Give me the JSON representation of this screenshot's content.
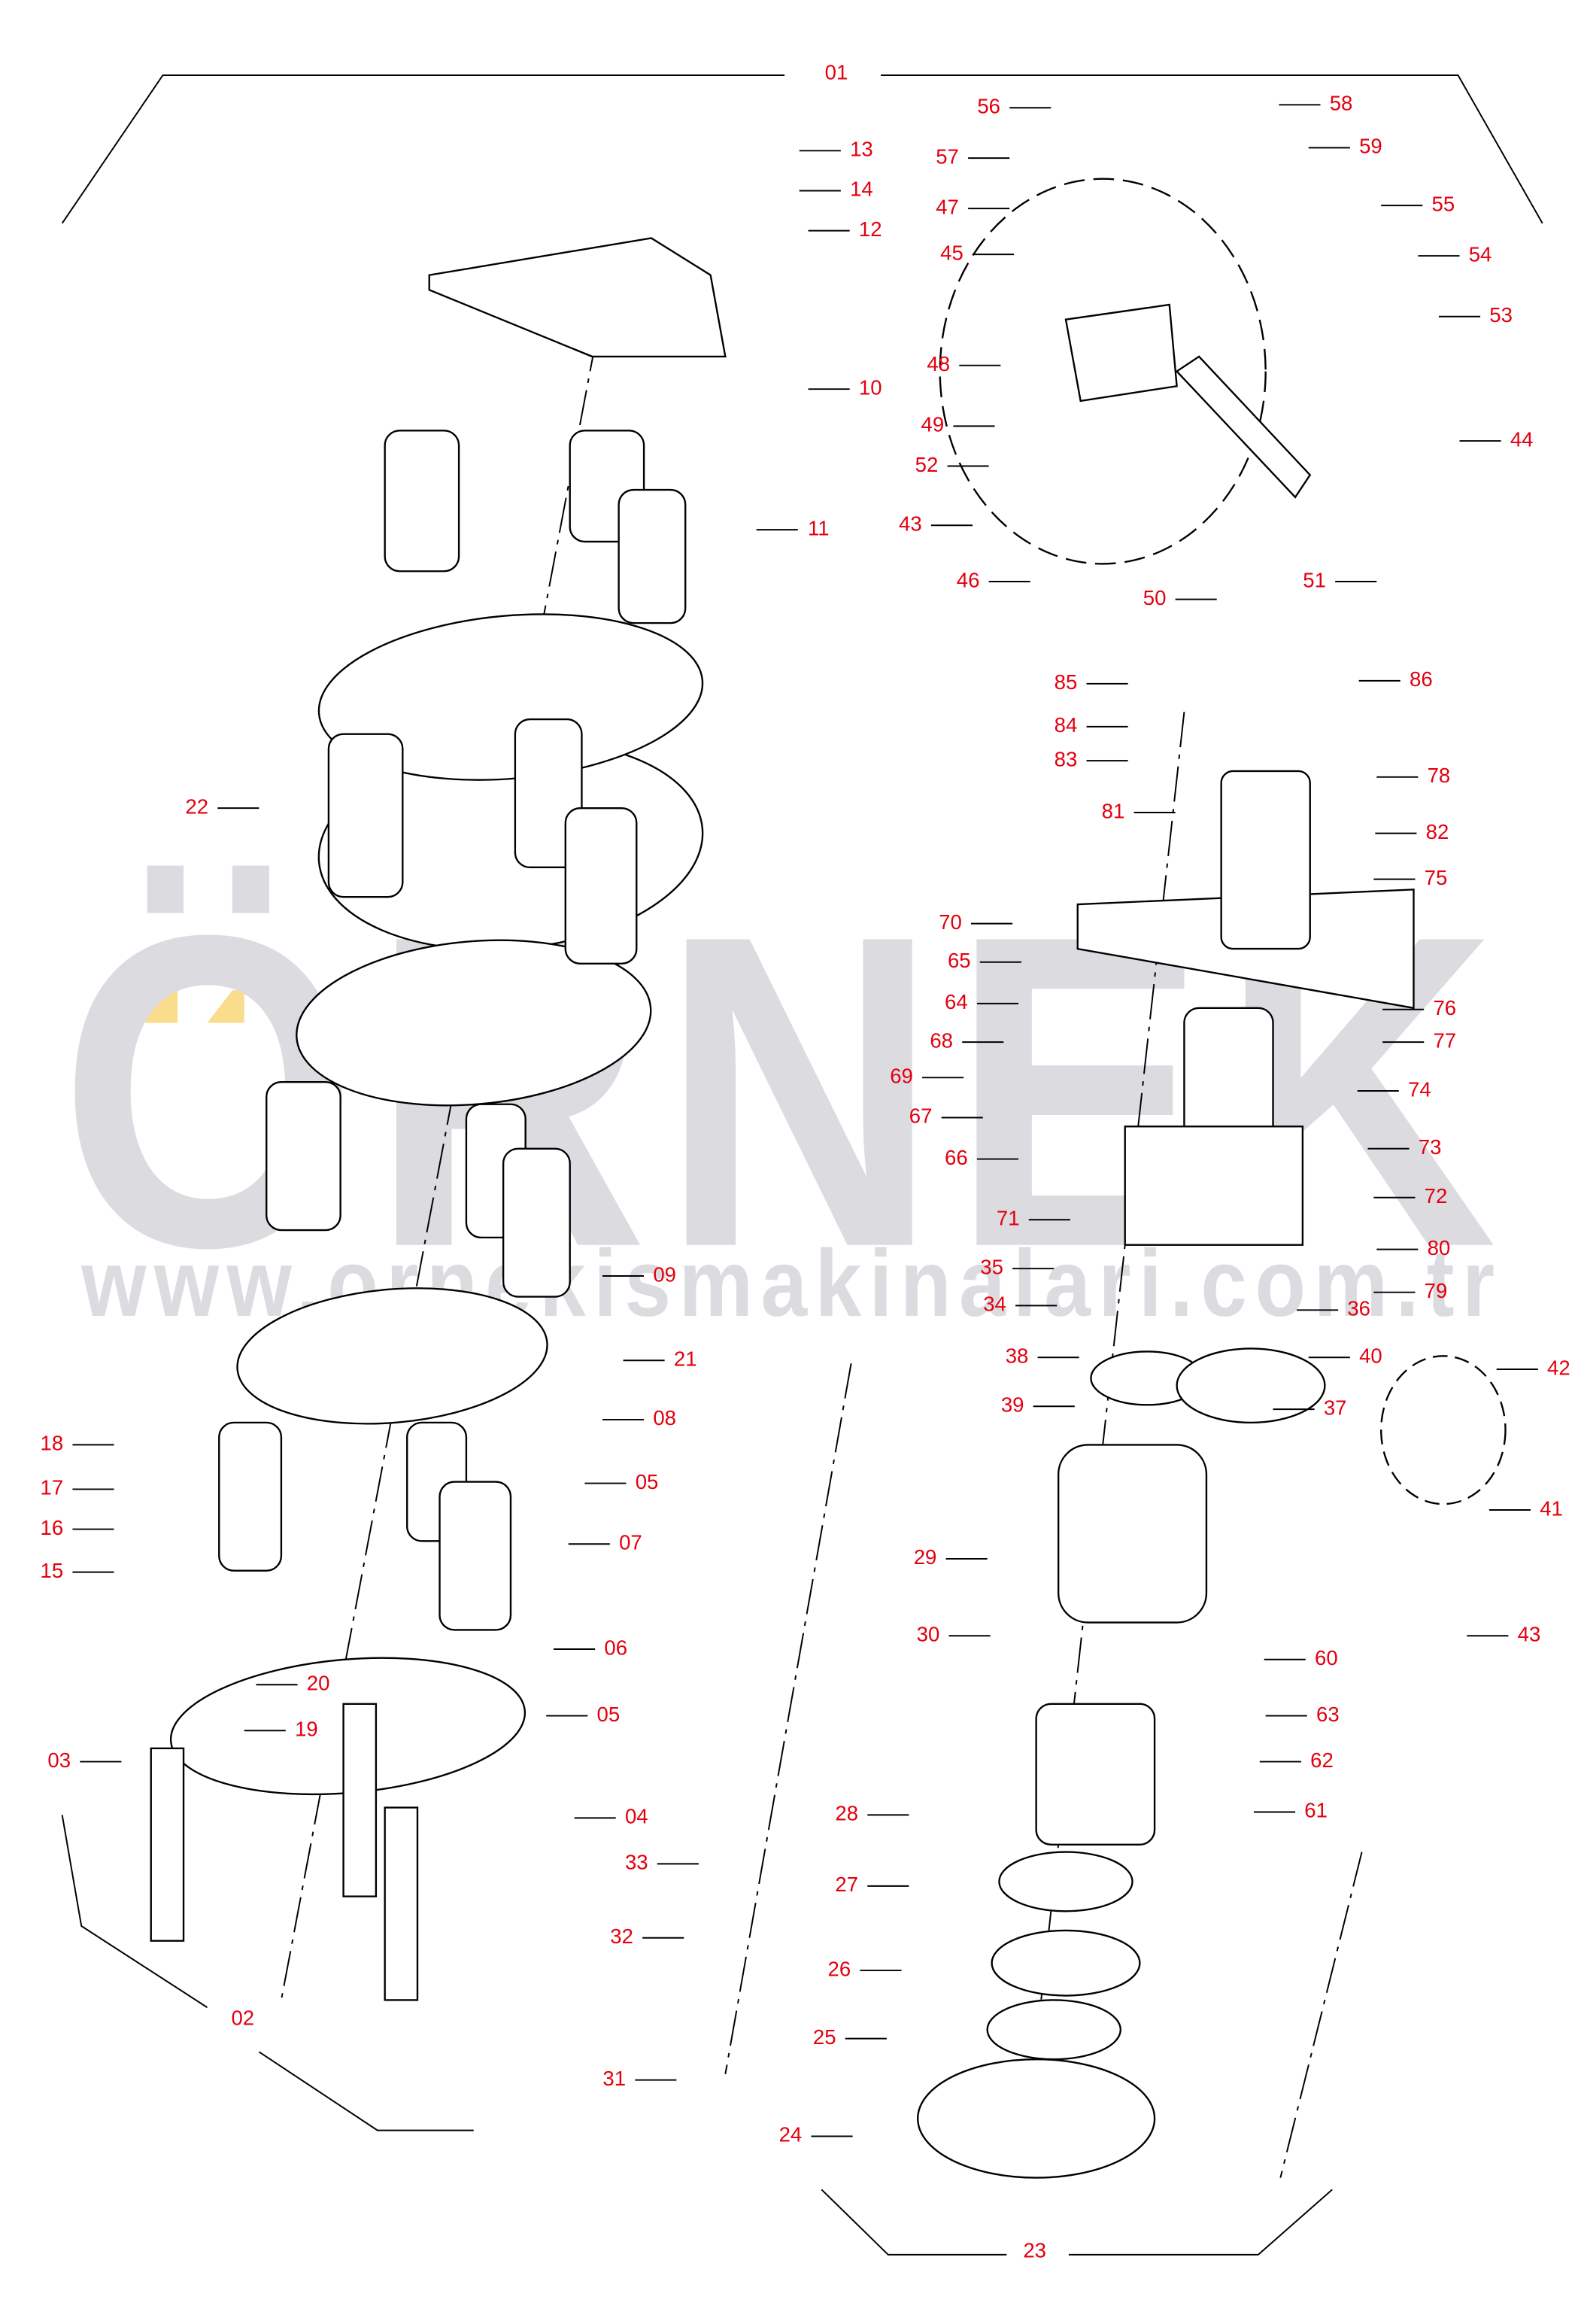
{
  "watermark": {
    "brand": "ÖRNEK",
    "url": "www.ornekismakinalari.com.tr",
    "color": "#dcdbe0",
    "accent": "#f9dc8c"
  },
  "label_color": "#e3000f",
  "callouts": [
    "01",
    "13",
    "14",
    "12",
    "10",
    "11",
    "22",
    "09",
    "21",
    "08",
    "05",
    "07",
    "06",
    "05",
    "04",
    "18",
    "17",
    "16",
    "15",
    "20",
    "19",
    "03",
    "02",
    "56",
    "58",
    "57",
    "59",
    "47",
    "55",
    "45",
    "54",
    "53",
    "48",
    "49",
    "44",
    "52",
    "43",
    "51",
    "46",
    "50",
    "85",
    "86",
    "84",
    "83",
    "78",
    "81",
    "82",
    "75",
    "70",
    "65",
    "64",
    "76",
    "68",
    "77",
    "69",
    "74",
    "67",
    "73",
    "66",
    "72",
    "71",
    "80",
    "35",
    "79",
    "34",
    "36",
    "38",
    "40",
    "39",
    "37",
    "42",
    "41",
    "29",
    "60",
    "43",
    "30",
    "63",
    "62",
    "61",
    "28",
    "33",
    "27",
    "32",
    "26",
    "25",
    "31",
    "24",
    "23"
  ]
}
